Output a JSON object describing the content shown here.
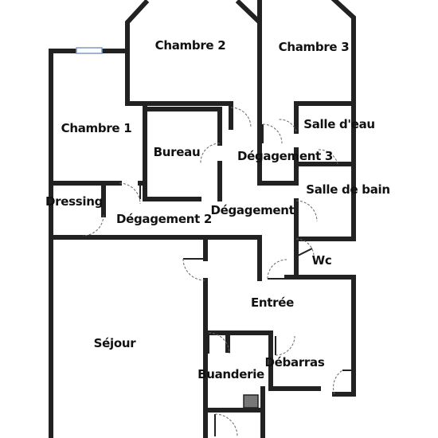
{
  "plan": {
    "rooms": {
      "chambre2": "Chambre 2",
      "chambre3": "Chambre 3",
      "chambre1": "Chambre 1",
      "salle_eau": "Salle d'eau",
      "bureau": "Bureau",
      "degagement3": "Dégagement 3",
      "salle_bain": "Salle de bain",
      "dressing": "Dressing",
      "degagement2": "Dégagement 2",
      "degagement": "Dégagement",
      "wc": "Wc",
      "entree": "Entrée",
      "sejour": "Séjour",
      "debarras": "Débarras",
      "buanderie": "Buanderie"
    }
  }
}
